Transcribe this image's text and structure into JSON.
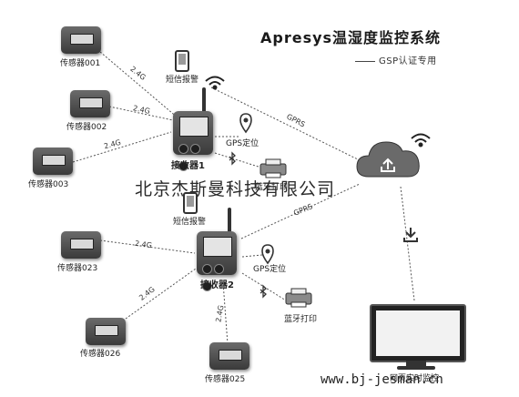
{
  "header": {
    "title": "Apresys温湿度监控系统",
    "subtitle": "GSP认证专用"
  },
  "receivers": [
    {
      "label": "接收器1",
      "sms_label": "短信报警",
      "gps_label": "GPS定位",
      "print_label": "蓝牙打印"
    },
    {
      "label": "接收器2",
      "sms_label": "短信报警",
      "gps_label": "GPS定位",
      "print_label": "蓝牙打印"
    }
  ],
  "sensors": [
    {
      "label": "传感器001",
      "link": "2.4G"
    },
    {
      "label": "传感器002",
      "link": "2.4G"
    },
    {
      "label": "传感器003",
      "link": "2.4G"
    },
    {
      "label": "传感器023",
      "link": "2.4G"
    },
    {
      "label": "传感器026",
      "link": "2.4G"
    },
    {
      "label": "传感器025",
      "link": "2.4G"
    }
  ],
  "uplinks": [
    "GPRS",
    "GPRS"
  ],
  "monitor": {
    "label": "网页实时监控"
  },
  "watermark": "北京杰斯曼科技有限公司",
  "footer": {
    "url": "www.bj-jesman.cn"
  },
  "icons": {
    "cloud": "cloud-upload-icon",
    "wifi": "wifi-icon",
    "download": "download-icon",
    "bluetooth": "bluetooth-icon",
    "gps": "gps-pin-icon",
    "printer": "printer-icon",
    "phone": "phone-icon"
  },
  "colors": {
    "device": "#4a4a4a",
    "screen": "#e4e4e4",
    "line": "#555555"
  }
}
